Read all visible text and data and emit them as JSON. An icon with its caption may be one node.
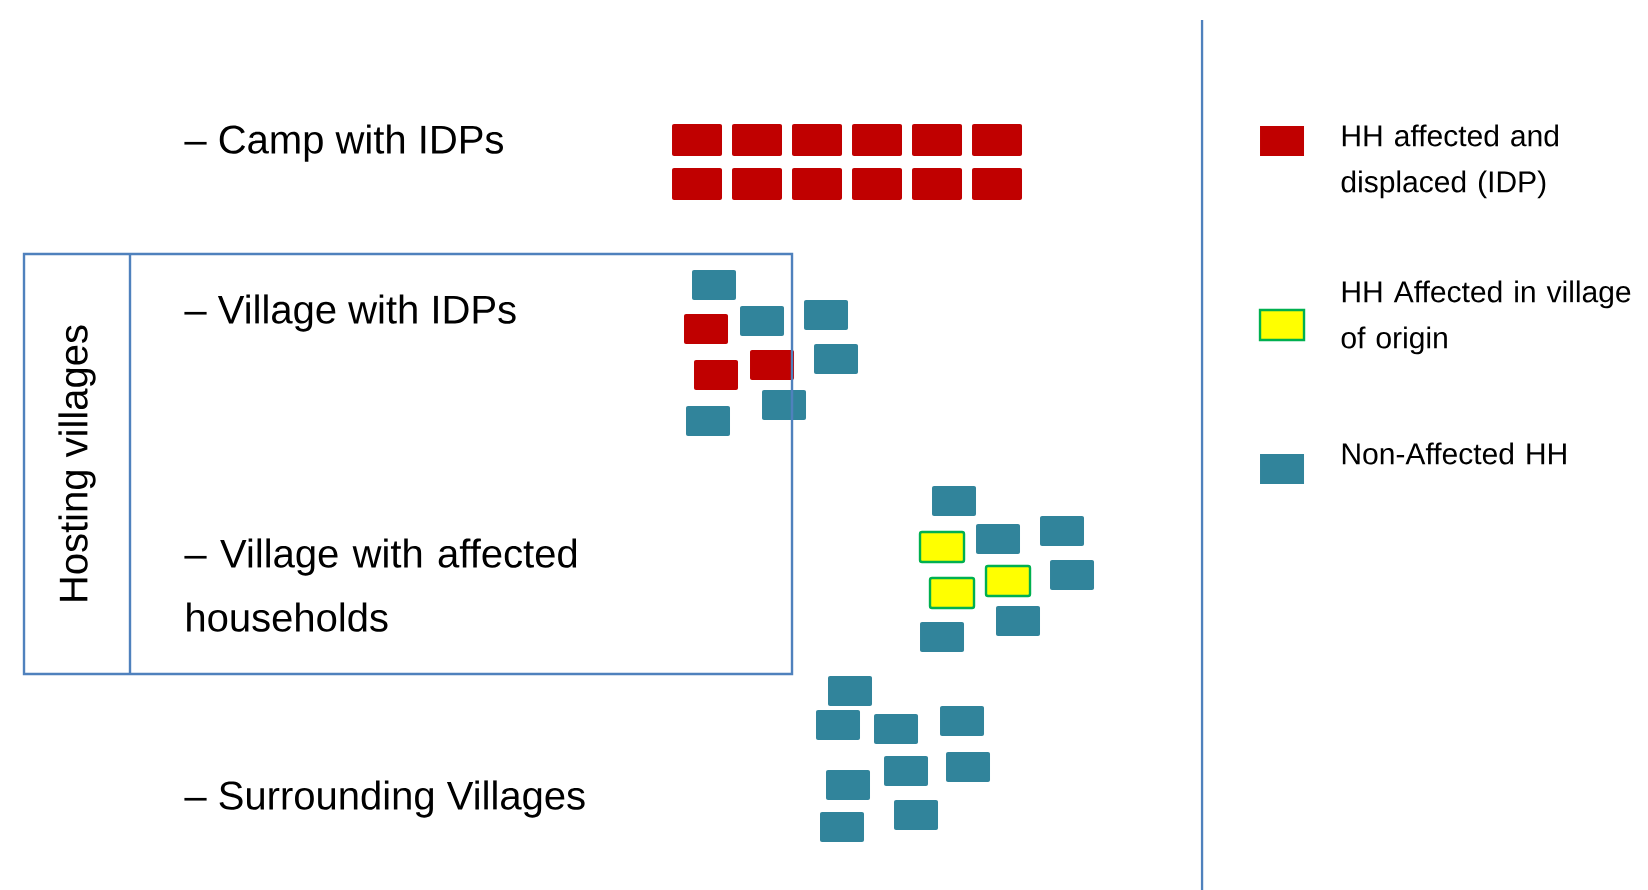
{
  "diagram": {
    "nodes": [
      {
        "text": [
          "Hosting villages"
        ]
      }
    ],
    "labels": [
      "– Camp with IDPs",
      "– Village with IDPs",
      "– Village with affected households",
      "– Surrounding Villages"
    ],
    "legend": [
      {
        "text": "HH affected and displaced (IDP)",
        "color": "#c00000"
      },
      {
        "text": "HH Affected in village of origin",
        "color": "#ffff00"
      },
      {
        "text": "Non-Affected HH",
        "color": "#31849b"
      }
    ]
  }
}
